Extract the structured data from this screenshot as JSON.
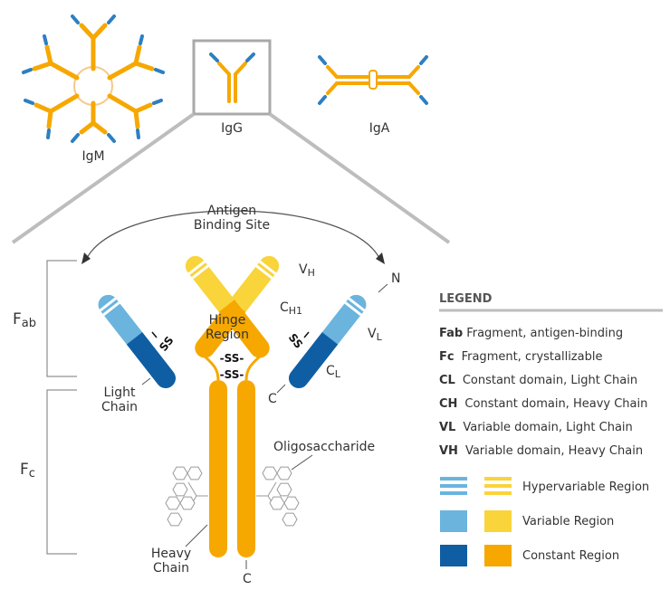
{
  "types": {
    "igm": "IgM",
    "igg": "IgG",
    "iga": "IgA"
  },
  "labels": {
    "antigen_line1": "Antigen",
    "antigen_line2": "Binding Site",
    "fab_main": "F",
    "fab_sub": "ab",
    "fc_main": "F",
    "fc_sub": "c",
    "hinge_line1": "Hinge",
    "hinge_line2": "Region",
    "light_line1": "Light",
    "light_line2": "Chain",
    "heavy_line1": "Heavy",
    "heavy_line2": "Chain",
    "oligo": "Oligosaccharide",
    "vh_main": "V",
    "vh_sub": "H",
    "ch1_main": "C",
    "ch1_sub": "H1",
    "vl_main": "V",
    "vl_sub": "L",
    "cl_main": "C",
    "cl_sub": "L",
    "n_term": "N",
    "c_term_right": "C",
    "c_term_bottom": "C",
    "ss": "SS",
    "ss_dash": "-SS-"
  },
  "legend": {
    "title": "LEGEND",
    "abbrev": [
      {
        "abbr": "Fab",
        "text": "Fragment, antigen-binding"
      },
      {
        "abbr": "Fc",
        "text": "Fragment, crystallizable"
      },
      {
        "abbr": "CL",
        "text": "Constant domain, Light Chain"
      },
      {
        "abbr": "CH",
        "text": "Constant domain, Heavy Chain"
      },
      {
        "abbr": "VL",
        "text": "Variable domain, Light Chain"
      },
      {
        "abbr": "VH",
        "text": "Variable domain, Heavy Chain"
      }
    ],
    "regions": [
      {
        "label": "Hypervariable Region"
      },
      {
        "label": "Variable Region"
      },
      {
        "label": "Constant Region"
      }
    ]
  },
  "colors": {
    "light_variable": "#6ab4de",
    "light_constant": "#0f5ea3",
    "heavy_variable": "#f9d43a",
    "heavy_constant": "#f6a800",
    "gray": "#a9a9a9",
    "text": "#333333"
  }
}
